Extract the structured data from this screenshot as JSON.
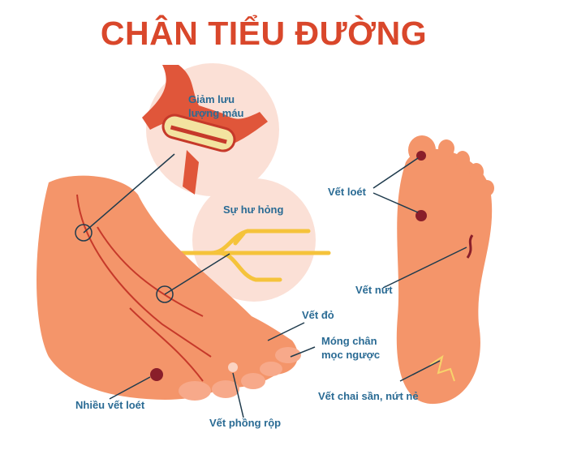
{
  "title": "CHÂN TIỂU ĐƯỜNG",
  "callouts": {
    "reduced_blood_flow": [
      "Giảm lưu",
      "lượng máu"
    ],
    "nerve_damage": "Sự hư hỏng",
    "ulcers": "Vết loét",
    "crack": "Vết nứt",
    "redness": "Vết đỏ",
    "ingrown_nail": [
      "Móng chân",
      "mọc ngược"
    ],
    "calluses": "Vết chai sần, nứt nẻ",
    "multiple_ulcers": "Nhiều vết loét",
    "blisters": "Vết phồng rộp"
  },
  "colors": {
    "title": "#d9472b",
    "label": "#2a6b94",
    "skin": "#f4956a",
    "circle": "#fbe0d6",
    "artery": "#d9472b",
    "nerve": "#f7c948"
  }
}
